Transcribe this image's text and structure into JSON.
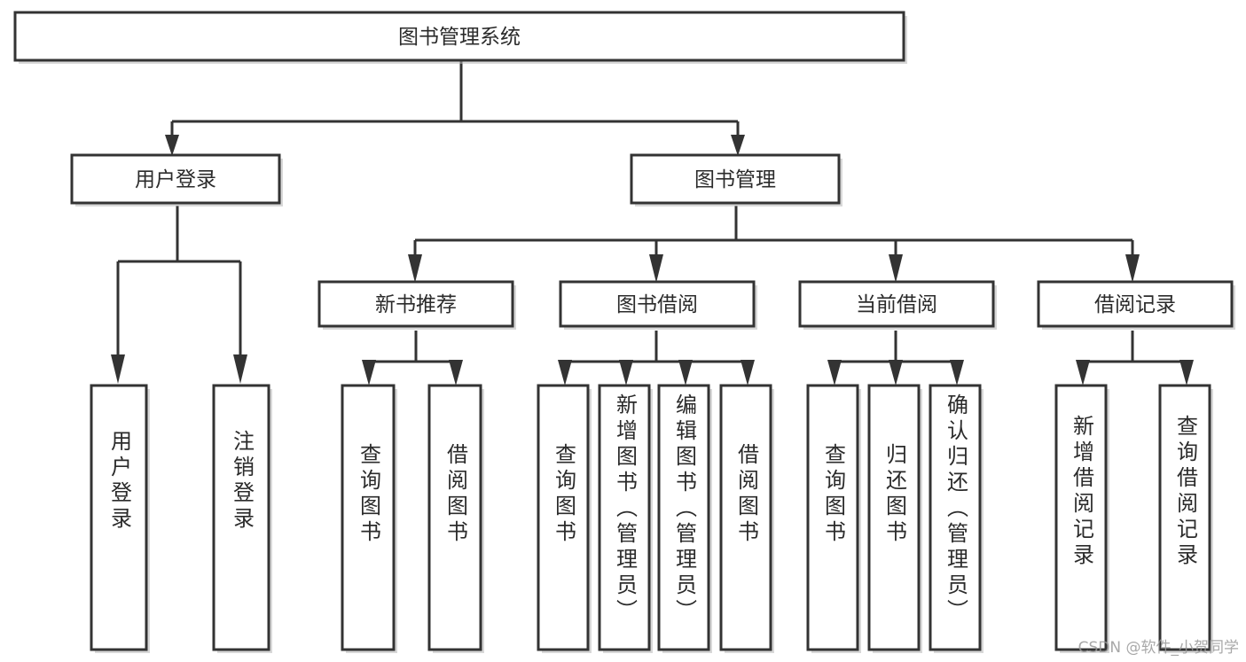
{
  "diagram": {
    "type": "tree-hierarchy-diagram",
    "title_node": "图书管理系统",
    "style": {
      "border_color": "#333333",
      "background_color": "#ffffff",
      "text_color": "#2b2b2b",
      "watermark_color": "#9a9a9a"
    },
    "levels": {
      "level1": [
        "图书管理系统"
      ],
      "level2": [
        "用户登录",
        "图书管理"
      ],
      "level3": [
        "新书推荐",
        "图书借阅",
        "当前借阅",
        "借阅记录"
      ],
      "level4": [
        "用户登录",
        "注销登录",
        "查询图书",
        "借阅图书",
        "查询图书",
        "新增图书（管理员）",
        "编辑图书（管理员）",
        "借阅图书",
        "查询图书",
        "归还图书",
        "确认归还（管理员）",
        "新增借阅记录",
        "查询借阅记录"
      ]
    },
    "nodes": {
      "root": {
        "label": "图书管理系统"
      },
      "user_login": {
        "label": "用户登录"
      },
      "book_manage": {
        "label": "图书管理"
      },
      "new_book_rec": {
        "label": "新书推荐"
      },
      "book_borrow": {
        "label": "图书借阅"
      },
      "current_borrow": {
        "label": "当前借阅"
      },
      "borrow_record": {
        "label": "借阅记录"
      },
      "leaf_user_login": {
        "label": "用户登录"
      },
      "leaf_logout": {
        "label": "注销登录"
      },
      "leaf_query_book_1": {
        "label": "查询图书"
      },
      "leaf_borrow_book_1": {
        "label": "借阅图书"
      },
      "leaf_query_book_2": {
        "label": "查询图书"
      },
      "leaf_add_book": {
        "label": "新增图书（管理员）"
      },
      "leaf_edit_book": {
        "label": "编辑图书（管理员）"
      },
      "leaf_borrow_book_2": {
        "label": "借阅图书"
      },
      "leaf_query_book_3": {
        "label": "查询图书"
      },
      "leaf_return_book": {
        "label": "归还图书"
      },
      "leaf_confirm_return": {
        "label": "确认归还（管理员）"
      },
      "leaf_add_record": {
        "label": "新增借阅记录"
      },
      "leaf_query_record": {
        "label": "查询借阅记录"
      }
    },
    "edges": [
      {
        "from": "root",
        "to": "user_login"
      },
      {
        "from": "root",
        "to": "book_manage"
      },
      {
        "from": "user_login",
        "to": "leaf_user_login"
      },
      {
        "from": "user_login",
        "to": "leaf_logout"
      },
      {
        "from": "book_manage",
        "to": "new_book_rec"
      },
      {
        "from": "book_manage",
        "to": "book_borrow"
      },
      {
        "from": "book_manage",
        "to": "current_borrow"
      },
      {
        "from": "book_manage",
        "to": "borrow_record"
      },
      {
        "from": "new_book_rec",
        "to": "leaf_query_book_1"
      },
      {
        "from": "new_book_rec",
        "to": "leaf_borrow_book_1"
      },
      {
        "from": "book_borrow",
        "to": "leaf_query_book_2"
      },
      {
        "from": "book_borrow",
        "to": "leaf_add_book"
      },
      {
        "from": "book_borrow",
        "to": "leaf_edit_book"
      },
      {
        "from": "book_borrow",
        "to": "leaf_borrow_book_2"
      },
      {
        "from": "current_borrow",
        "to": "leaf_query_book_3"
      },
      {
        "from": "current_borrow",
        "to": "leaf_return_book"
      },
      {
        "from": "current_borrow",
        "to": "leaf_confirm_return"
      },
      {
        "from": "borrow_record",
        "to": "leaf_add_record"
      },
      {
        "from": "borrow_record",
        "to": "leaf_query_record"
      }
    ]
  },
  "watermark": {
    "text": "CSDN @软件_小贺同学"
  }
}
